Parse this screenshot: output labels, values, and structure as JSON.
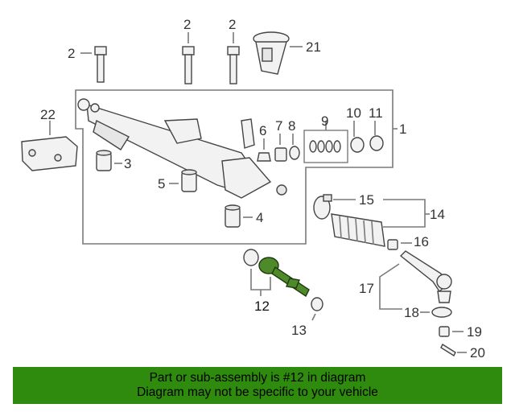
{
  "callouts": {
    "c1": "1",
    "c2a": "2",
    "c2b": "2",
    "c2c": "2",
    "c3": "3",
    "c4": "4",
    "c5": "5",
    "c6": "6",
    "c7": "7",
    "c8": "8",
    "c9": "9",
    "c10": "10",
    "c11": "11",
    "c12": "12",
    "c13": "13",
    "c14": "14",
    "c15": "15",
    "c16": "16",
    "c17": "17",
    "c18": "18",
    "c19": "19",
    "c20": "20",
    "c21": "21",
    "c22": "22"
  },
  "highlight_color": "#4f8a2a",
  "banner": {
    "line1": "Part or sub-assembly is #12 in diagram",
    "line2": "Diagram may not be specific to your vehicle",
    "color": "#2e8b0e"
  }
}
